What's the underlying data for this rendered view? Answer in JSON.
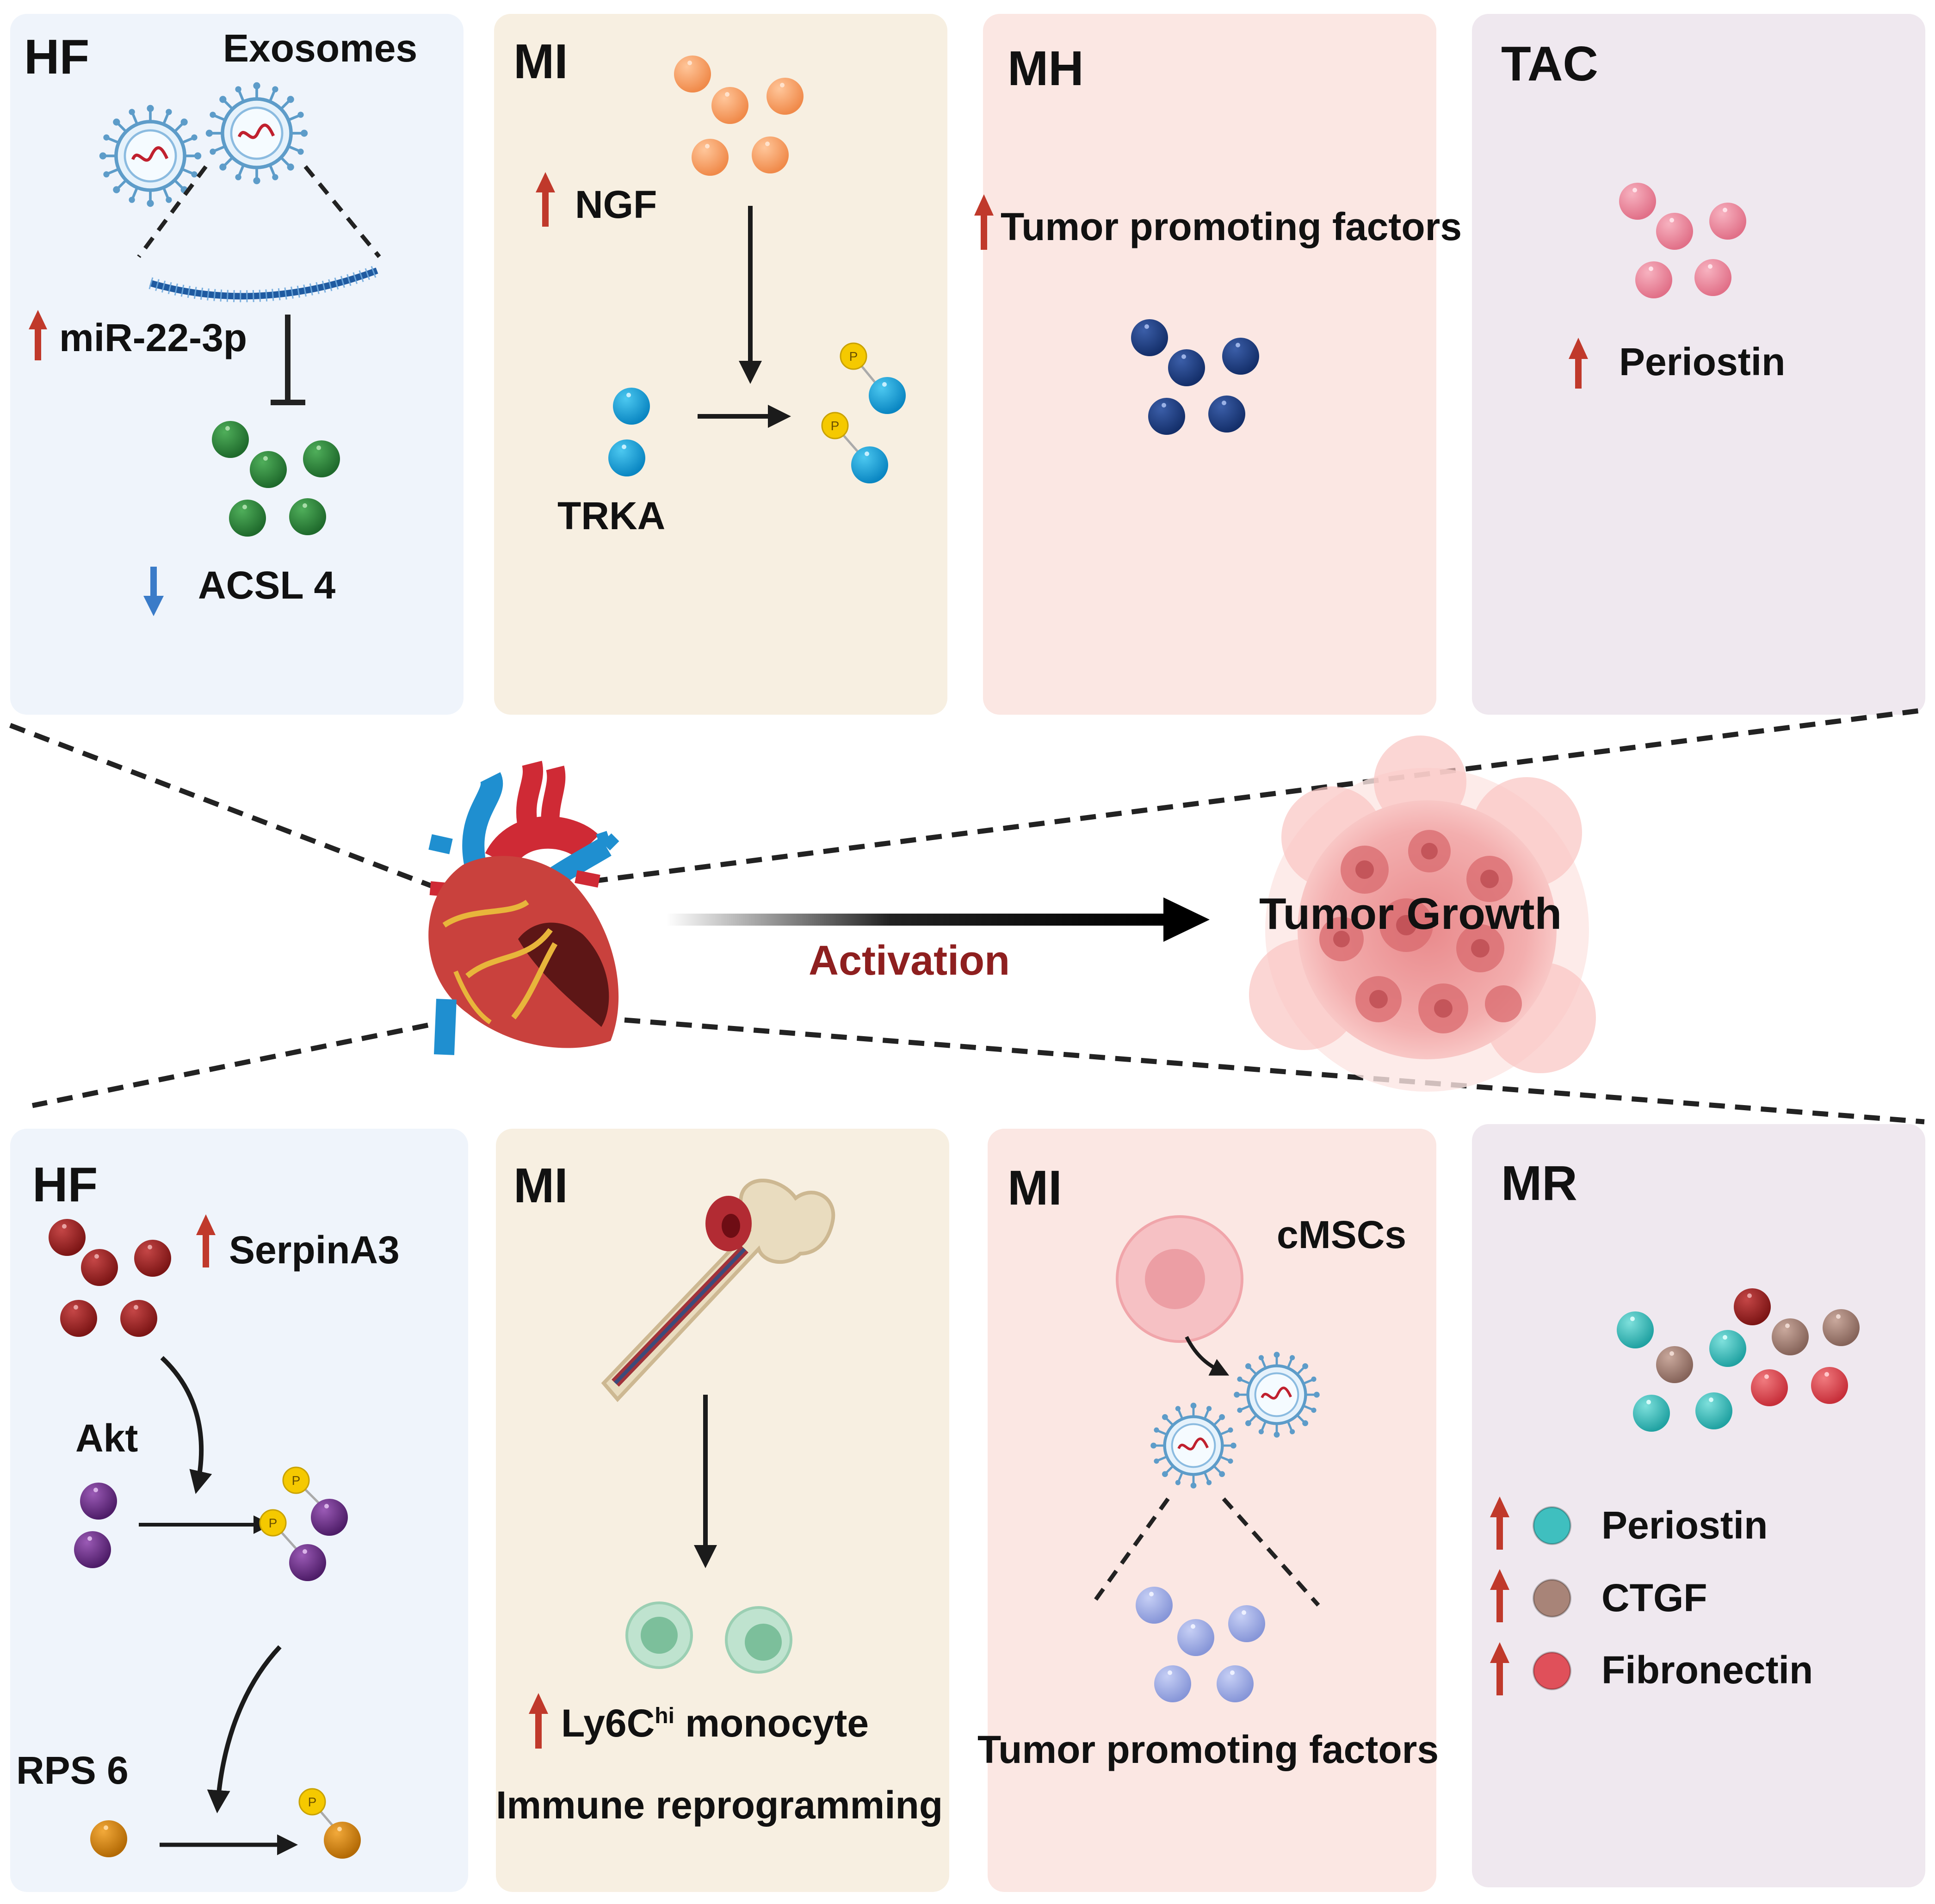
{
  "panels": {
    "top": {
      "hf": {
        "title": "HF",
        "exosomes": "Exosomes",
        "mirna": "miR-22-3p",
        "acsl": "ACSL 4"
      },
      "mi": {
        "title": "MI",
        "ngf": "NGF",
        "trka": "TRKA",
        "phospho": "P"
      },
      "mh": {
        "title": "MH",
        "factors": "Tumor promoting factors"
      },
      "tac": {
        "title": "TAC",
        "periostin": "Periostin"
      }
    },
    "bottom": {
      "hf": {
        "title": "HF",
        "serpin": "SerpinA3",
        "akt": "Akt",
        "rps6": "RPS 6",
        "phospho": "P"
      },
      "mi1": {
        "title": "MI",
        "monocyte_prefix": "Ly6C",
        "monocyte_sup": "hi",
        "monocyte_suffix": " monocyte",
        "immune": "Immune reprogramming"
      },
      "mi2": {
        "title": "MI",
        "cmscs": "cMSCs",
        "factors": "Tumor promoting factors"
      },
      "mr": {
        "title": "MR",
        "legend": [
          {
            "label": "Periostin",
            "color": "#3fbfbf"
          },
          {
            "label": "CTGF",
            "color": "#a88478"
          },
          {
            "label": "Fibronectin",
            "color": "#e0505a"
          }
        ]
      }
    }
  },
  "center": {
    "activation": "Activation",
    "tumor": "Tumor Growth"
  },
  "colors": {
    "up_arrow": "#c0392b",
    "down_arrow": "#3a7bc8",
    "activation_text": "#8e1f1f"
  }
}
